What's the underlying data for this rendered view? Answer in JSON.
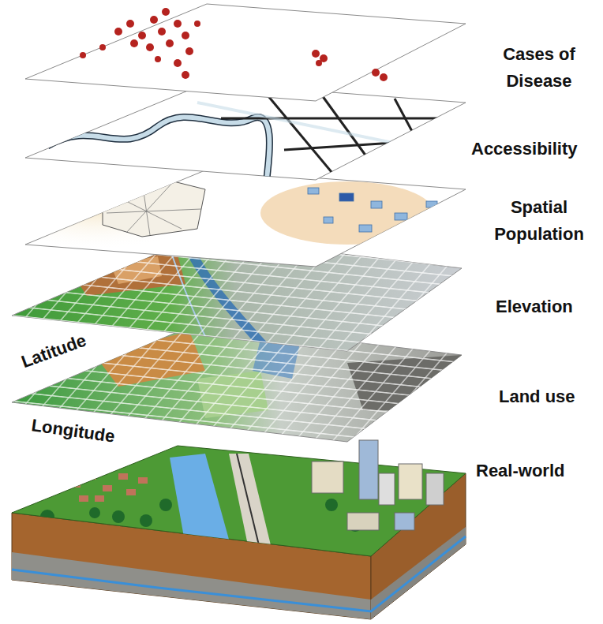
{
  "diagram": {
    "labels": [
      "Cases of Disease",
      "Accessibility",
      "Spatial Population",
      "Elevation",
      "Land use",
      "Real-world",
      "Latitude",
      "Longitude"
    ]
  }
}
